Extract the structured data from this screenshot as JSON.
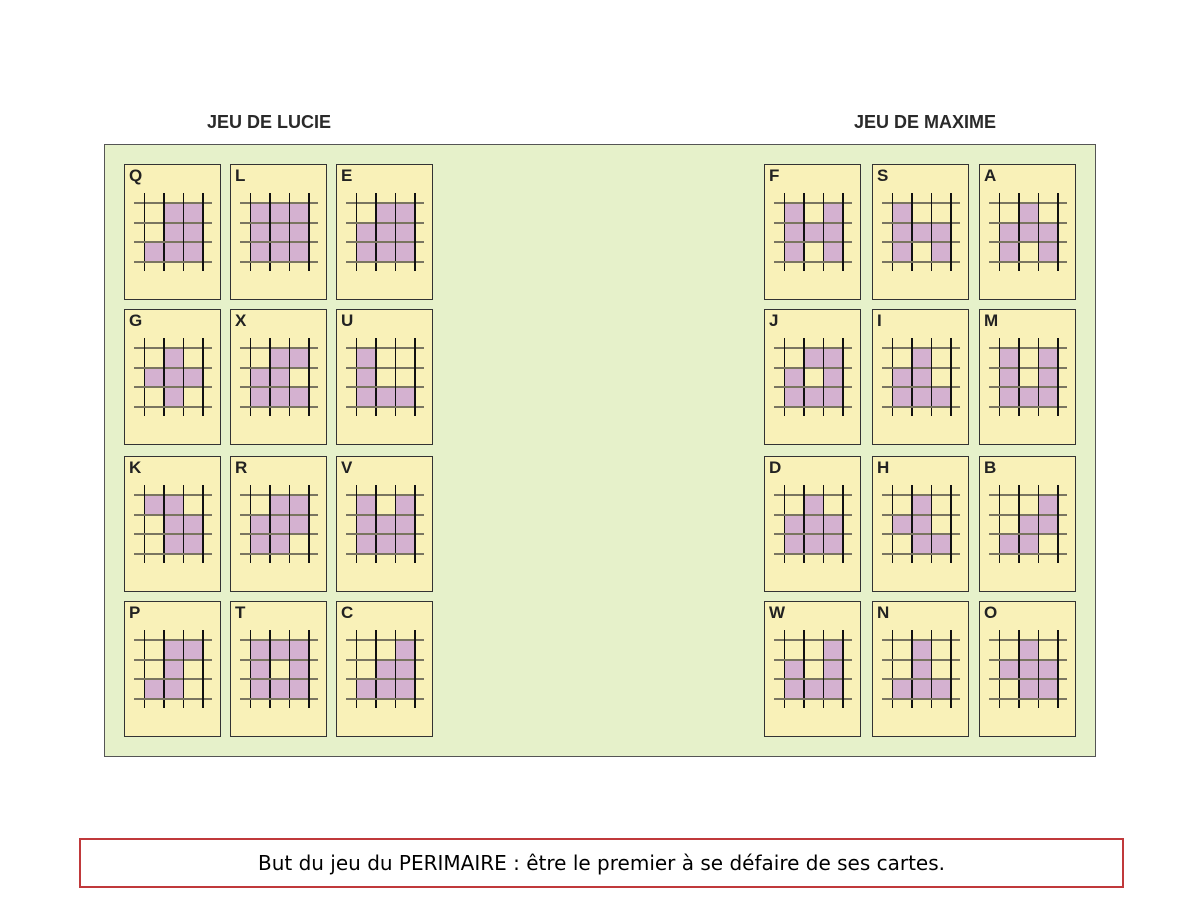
{
  "players": [
    {
      "title": "JEU DE LUCIE",
      "cards": [
        {
          "letter": "Q",
          "shape": [
            ".##",
            ".##",
            "###"
          ]
        },
        {
          "letter": "L",
          "shape": [
            "###",
            "###",
            "###"
          ]
        },
        {
          "letter": "E",
          "shape": [
            ".##",
            "###",
            "###"
          ]
        },
        {
          "letter": "G",
          "shape": [
            ".#.",
            "###",
            ".#."
          ]
        },
        {
          "letter": "X",
          "shape": [
            ".##",
            "##.",
            "###"
          ]
        },
        {
          "letter": "U",
          "shape": [
            "#..",
            "#..",
            "###"
          ]
        },
        {
          "letter": "K",
          "shape": [
            "##.",
            ".##",
            ".##"
          ]
        },
        {
          "letter": "R",
          "shape": [
            ".##",
            "###",
            "##."
          ]
        },
        {
          "letter": "V",
          "shape": [
            "#.#",
            "###",
            "###"
          ]
        },
        {
          "letter": "P",
          "shape": [
            ".##",
            ".#.",
            "##."
          ]
        },
        {
          "letter": "T",
          "shape": [
            "###",
            "#.#",
            "###"
          ]
        },
        {
          "letter": "C",
          "shape": [
            "..#",
            ".##",
            "###"
          ]
        }
      ]
    },
    {
      "title": "JEU DE MAXIME",
      "cards": [
        {
          "letter": "F",
          "shape": [
            "#.#",
            "###",
            "#.#"
          ]
        },
        {
          "letter": "S",
          "shape": [
            "#..",
            "###",
            "#.#"
          ]
        },
        {
          "letter": "A",
          "shape": [
            ".#.",
            "###",
            "#.#"
          ]
        },
        {
          "letter": "J",
          "shape": [
            ".##",
            "#.#",
            "###"
          ]
        },
        {
          "letter": "I",
          "shape": [
            ".#.",
            "##.",
            "###"
          ]
        },
        {
          "letter": "M",
          "shape": [
            "#.#",
            "#.#",
            "###"
          ]
        },
        {
          "letter": "D",
          "shape": [
            ".#.",
            "###",
            "###"
          ]
        },
        {
          "letter": "H",
          "shape": [
            ".#.",
            "##.",
            ".##"
          ]
        },
        {
          "letter": "B",
          "shape": [
            "..#",
            ".##",
            "##."
          ]
        },
        {
          "letter": "W",
          "shape": [
            "..#",
            "#.#",
            "###"
          ]
        },
        {
          "letter": "N",
          "shape": [
            ".#.",
            ".#.",
            "###"
          ]
        },
        {
          "letter": "O",
          "shape": [
            ".#.",
            "###",
            ".##"
          ]
        }
      ]
    }
  ],
  "footer": "But du jeu du PERIMAIRE : être le premier à se défaire de ses cartes.",
  "colors": {
    "board": "#e6f1ca",
    "card": "#f9f1b8",
    "cell": "#d4b1d0",
    "footer_border": "#c0393b"
  }
}
